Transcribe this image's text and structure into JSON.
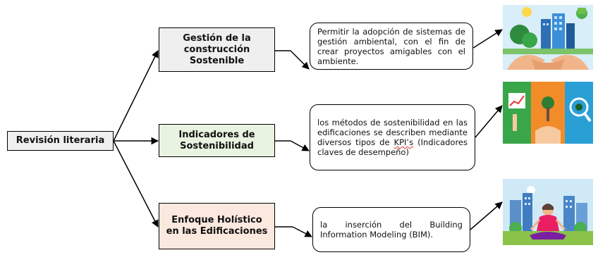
{
  "root": {
    "label": "Revisión literaria"
  },
  "categories": [
    {
      "label": "Gestión de la construcción Sostenible",
      "color": "#efefef"
    },
    {
      "label": "Indicadores de Sostenibilidad",
      "color": "#e8f3e0"
    },
    {
      "label": "Enfoque Holístico en las Edificaciones",
      "color": "#fbe8de"
    }
  ],
  "descriptions": [
    {
      "text": "Permitir la adopción de sistemas de gestión ambiental, con el fin de crear proyectos amigables con el ambiente."
    },
    {
      "text_before": "los métodos de sostenibilidad en las edificaciones se describen mediante diversos tipos de ",
      "kpi": "KPI’s",
      "text_after": " (Indicadores claves de desempeño)"
    },
    {
      "text": "la inserción del Building Information Modeling (BIM)."
    }
  ],
  "illustrations": [
    {
      "icon": "sustainable-city-hands-illustration"
    },
    {
      "icon": "growth-indicators-illustration"
    },
    {
      "icon": "holistic-building-meditation-illustration"
    }
  ]
}
